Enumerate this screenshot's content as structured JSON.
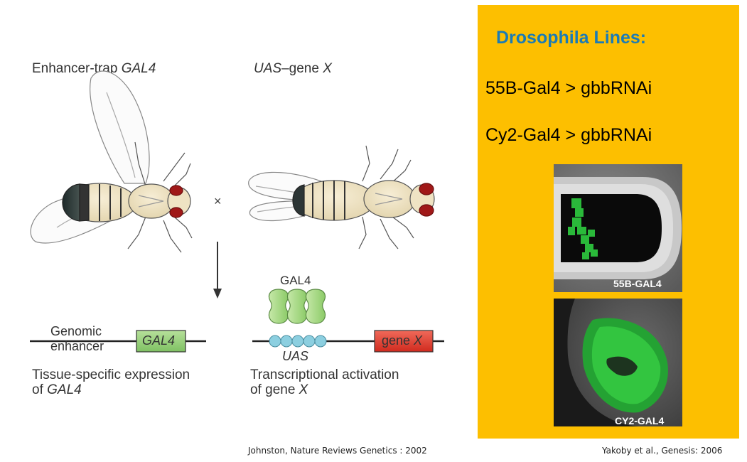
{
  "left_diagram": {
    "enhancer_trap_label": "Enhancer-trap ",
    "enhancer_trap_gene": "GAL4",
    "uas_label": "UAS",
    "uas_label_rest": "–gene ",
    "uas_gene": "X",
    "cross_symbol": "×",
    "genomic_enhancer_line1": "Genomic",
    "genomic_enhancer_line2": "enhancer",
    "gal4_box": "GAL4",
    "gal4_protein_label": "GAL4",
    "uas_site_label": "UAS",
    "genex_box_text": "gene ",
    "genex_box_gene": "X",
    "tissue_expr_line1": "Tissue-specific expression",
    "tissue_expr_line2_prefix": "of ",
    "tissue_expr_line2_gene": "GAL4",
    "transcr_line1": "Transcriptional activation",
    "transcr_line2_prefix": "of gene ",
    "transcr_line2_gene": "X"
  },
  "citations": {
    "left": "Johnston, Nature Reviews Genetics : 2002",
    "right": "Yakoby et al., Genesis: 2006"
  },
  "panel": {
    "title": "Drosophila Lines:",
    "line1": "55B-Gal4 > gbbRNAi",
    "line2": "Cy2-Gal4 > gbbRNAi",
    "image1_label": "55B-GAL4",
    "image2_label": "CY2-GAL4",
    "background_color": "#fdbf00",
    "title_color": "#1b7bb5"
  },
  "colors": {
    "gal4_box": "#8cc878",
    "genex_box": "#e03a2c",
    "gal4_protein": "#9fd27f",
    "uas_beads": "#8ccfe0",
    "fluorescence": "#2ecc40"
  }
}
